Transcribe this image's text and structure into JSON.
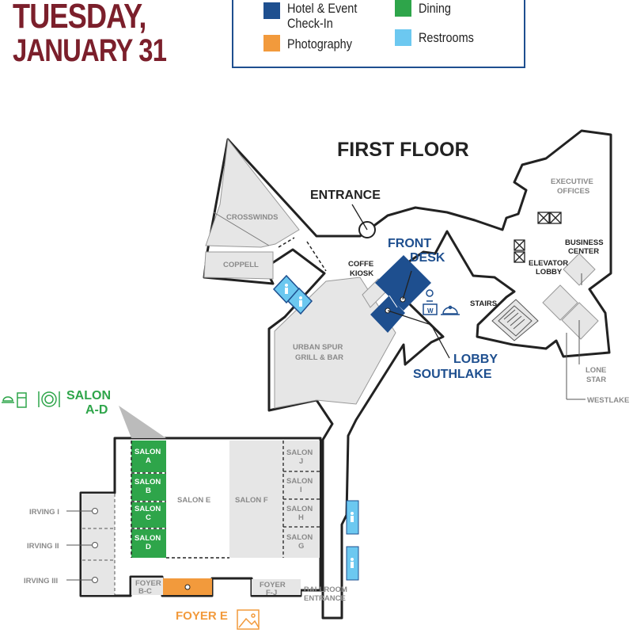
{
  "header": {
    "line1": "TUESDAY,",
    "line2": "JANUARY 31"
  },
  "legend": {
    "items": [
      {
        "label1": "Hotel & Event",
        "label2": "Check-In",
        "color": "#1e4f8f"
      },
      {
        "label1": "Dining",
        "color": "#2ea54a"
      },
      {
        "label1": "Photography",
        "color": "#f29a3c"
      },
      {
        "label1": "Restrooms",
        "color": "#6cc8f0"
      }
    ]
  },
  "map": {
    "floor_title": "FIRST FLOOR",
    "entrance": "ENTRANCE",
    "front_desk": {
      "l1": "FRONT",
      "l2": "DESK"
    },
    "lobby": {
      "l1": "LOBBY",
      "l2": "SOUTHLAKE"
    },
    "salon_ad": {
      "l1": "SALON",
      "l2": "A-D"
    },
    "foyer_e": "FOYER E",
    "rooms": {
      "crosswinds": "CROSSWINDS",
      "coppell": "COPPELL",
      "coffee1": "COFFE",
      "coffee2": "KIOSK",
      "urban1": "URBAN SPUR",
      "urban2": "GRILL & BAR",
      "stairs": "STAIRS",
      "exec1": "EXECUTIVE",
      "exec2": "OFFICES",
      "biz1": "BUSINESS",
      "biz2": "CENTER",
      "elev1": "ELEVATOR",
      "elev2": "LOBBY",
      "lone1": "LONE",
      "lone2": "STAR",
      "westlake": "WESTLAKE",
      "irving1": "IRVING I",
      "irving2": "IRVING II",
      "irving3": "IRVING III",
      "salona1": "SALON",
      "salona2": "A",
      "salonb1": "SALON",
      "salonb2": "B",
      "salonc1": "SALON",
      "salonc2": "C",
      "salond1": "SALON",
      "salond2": "D",
      "salone": "SALON E",
      "salonf": "SALON F",
      "salonj1": "SALON",
      "salonj2": "J",
      "saloni1": "SALON",
      "saloni2": "I",
      "salonh1": "SALON",
      "salonh2": "H",
      "salong1": "SALON",
      "salong2": "G",
      "foyerbc1": "FOYER",
      "foyerbc2": "B-C",
      "foyerfj1": "FOYER",
      "foyerfj2": "F-J",
      "ballroom1": "BALLROOM",
      "ballroom2": "ENTRANCE"
    }
  }
}
